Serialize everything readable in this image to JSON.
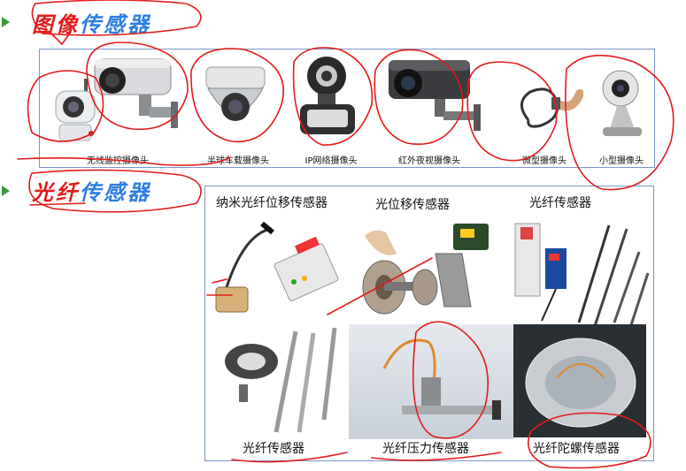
{
  "section1": {
    "prefix": "图像",
    "rest": "传感器",
    "items": [
      {
        "label": "无线监控摄像头"
      },
      {
        "label": "半球车载摄像头"
      },
      {
        "label": "IP网络摄像头"
      },
      {
        "label": "红外夜视摄像头"
      },
      {
        "label": "微型摄像头"
      },
      {
        "label": "小型摄像头"
      }
    ]
  },
  "section2": {
    "prefix": "光纤",
    "rest": "传感器",
    "top_labels": [
      "纳米光纤位移传感器",
      "光位移传感器",
      "光纤传感器"
    ],
    "bottom_labels": [
      "光纤传感器",
      "光纤压力传感器",
      "光纤陀螺传感器"
    ]
  },
  "colors": {
    "heading_blue": "#2f7fe0",
    "heading_red": "#e31b1b",
    "bullet_green": "#3a9a3a",
    "panel_border": "#7c96c8",
    "annotation_red": "#e31b1b"
  }
}
